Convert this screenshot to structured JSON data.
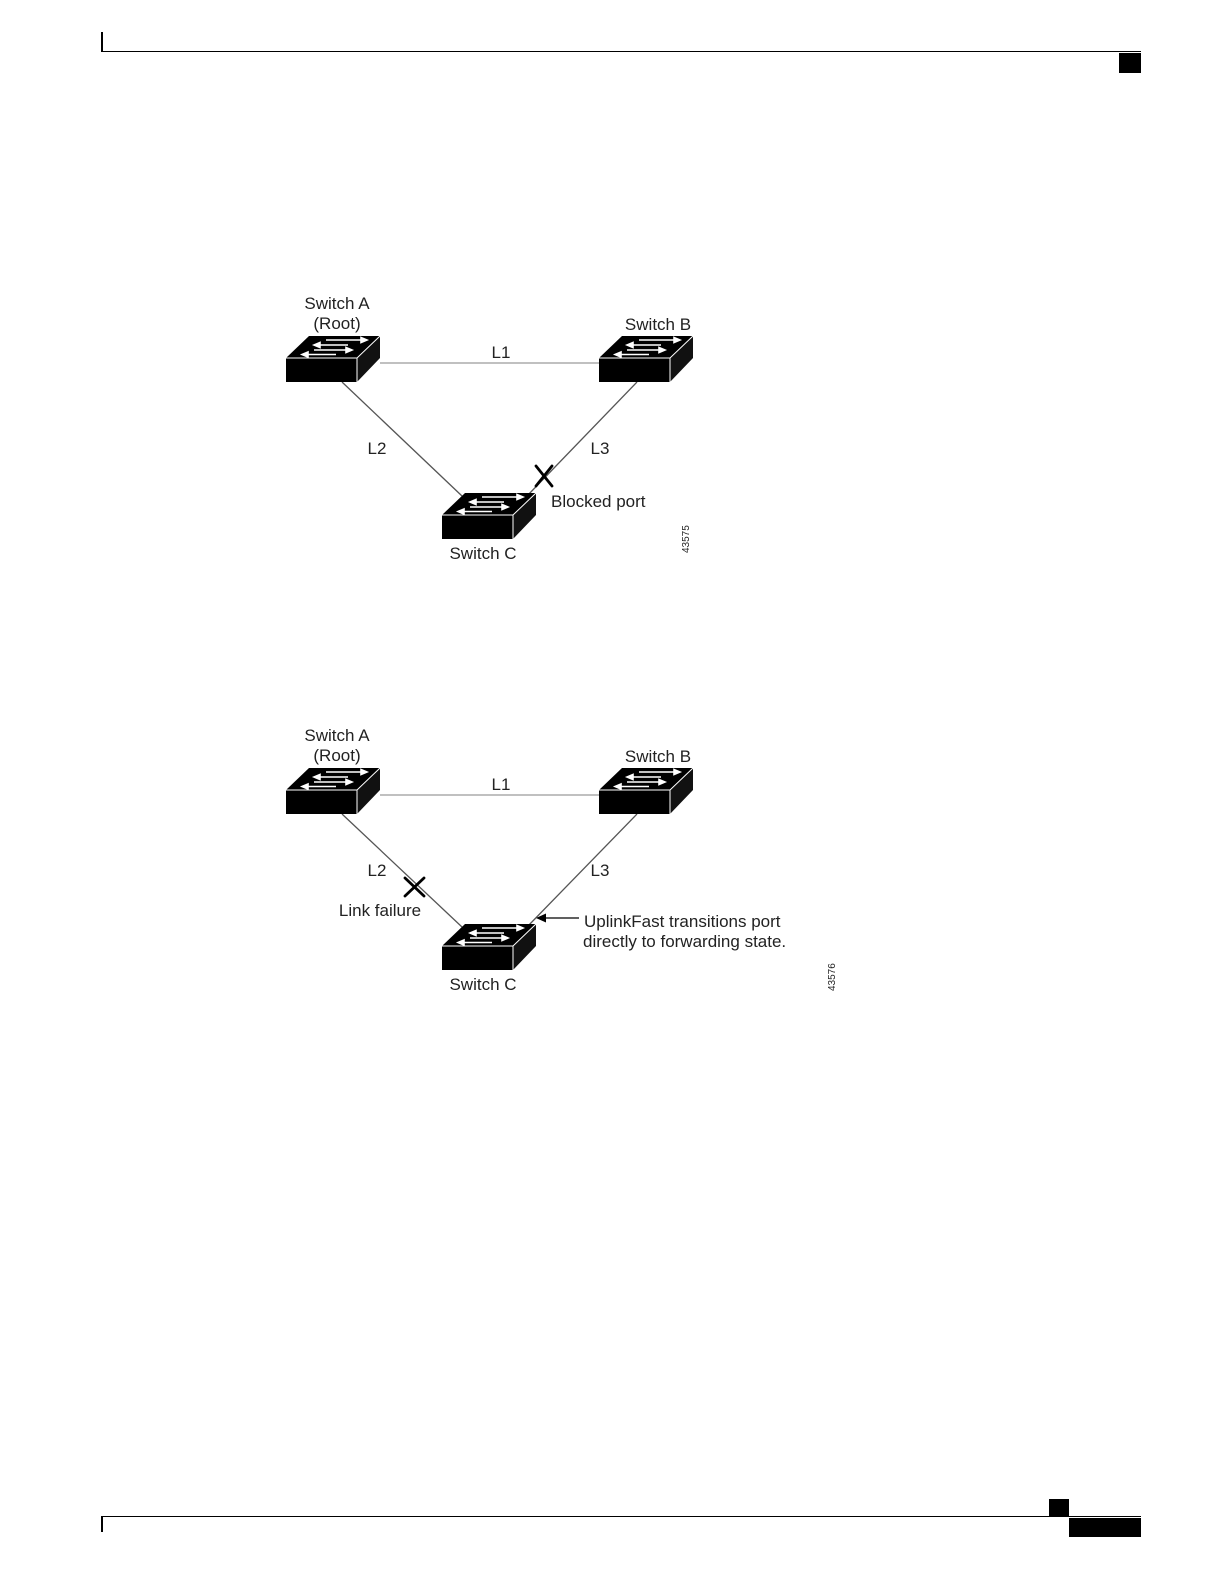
{
  "figures": [
    {
      "switch_a_label": "Switch A",
      "switch_a_sub": "(Root)",
      "switch_b_label": "Switch B",
      "switch_c_label": "Switch C",
      "link_labels": [
        "L1",
        "L2",
        "L3"
      ],
      "annotation": "Blocked port",
      "figure_id": "43575"
    },
    {
      "switch_a_label": "Switch A",
      "switch_a_sub": "(Root)",
      "switch_b_label": "Switch B",
      "switch_c_label": "Switch C",
      "link_labels": [
        "L1",
        "L2",
        "L3"
      ],
      "failure_label": "Link failure",
      "annotation_line1": "UplinkFast transitions port",
      "annotation_line2": "directly to forwarding state.",
      "figure_id": "43576"
    }
  ]
}
